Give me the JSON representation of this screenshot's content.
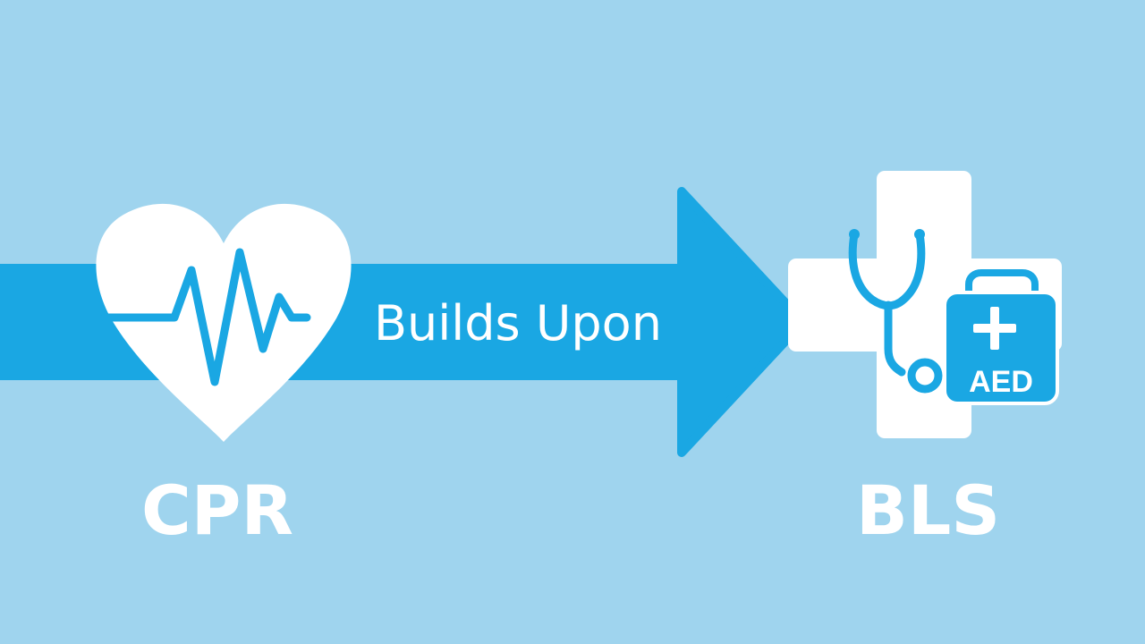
{
  "colors": {
    "background": "#9fd4ee",
    "accent": "#1aa7e3",
    "foreground": "#ffffff"
  },
  "arrow": {
    "label": "Builds Upon"
  },
  "source": {
    "label": "CPR",
    "icon": "heart-pulse-icon"
  },
  "target": {
    "label": "BLS",
    "icon": "medical-cross-icon",
    "stethoscope_icon": "stethoscope-icon",
    "kit_icon": "aed-kit-icon",
    "kit_label": "AED"
  }
}
